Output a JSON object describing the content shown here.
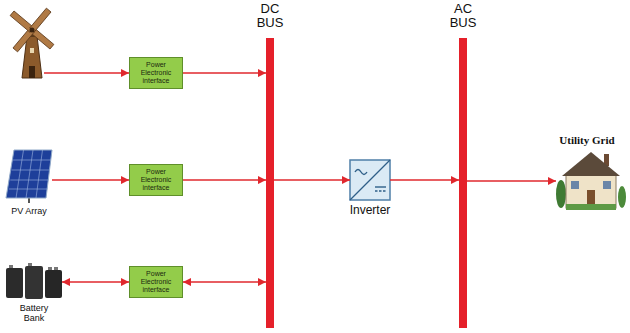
{
  "diagram": {
    "nodes": [
      {
        "text": [
          "DC BUS"
        ]
      },
      {
        "text": [
          "AC BUS"
        ]
      },
      {
        "text": [
          "Power Electronic interface"
        ]
      },
      {
        "text": [
          "PV Array"
        ]
      },
      {
        "text": [
          "Power Electronic interface"
        ]
      },
      {
        "text": [
          "Inverter"
        ]
      },
      {
        "text": [
          "Utility Grid"
        ]
      },
      {
        "text": [
          "Battery Bank"
        ]
      },
      {
        "text": [
          "Power Electronic interface"
        ]
      }
    ],
    "edges": [
      {
        "from": 2,
        "to": 0,
        "arrow": "to"
      },
      {
        "from": 3,
        "to": 4,
        "arrow": "to"
      },
      {
        "from": 4,
        "to": 0,
        "arrow": "to"
      },
      {
        "from": 0,
        "to": 5,
        "arrow": "to"
      },
      {
        "from": 5,
        "to": 1,
        "arrow": "to"
      },
      {
        "from": 1,
        "to": 6,
        "arrow": "to"
      },
      {
        "from": 7,
        "to": 8,
        "arrow": "both"
      },
      {
        "from": 8,
        "to": 0,
        "arrow": "both"
      }
    ]
  }
}
